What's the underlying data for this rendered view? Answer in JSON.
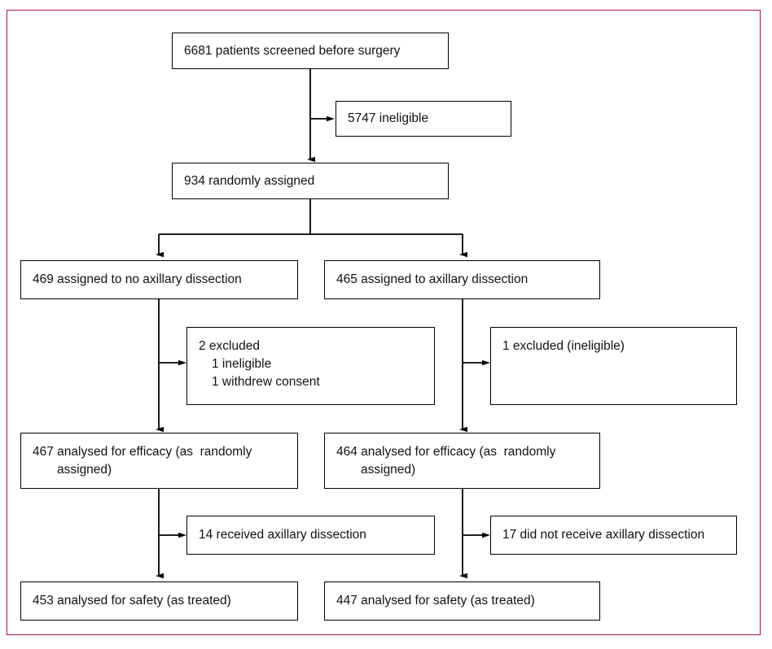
{
  "diagram": {
    "type": "consort-participant-flow",
    "frame_color": "#a8154a",
    "box_border_color": "#000000",
    "text_color": "#111111",
    "nodes": {
      "screened": {
        "text": "6681 patients screened before surgery"
      },
      "ineligible": {
        "text": "5747 ineligible"
      },
      "randomised": {
        "text": "934 randomly assigned"
      },
      "left_assigned": {
        "text": "469 assigned to no axillary dissection"
      },
      "right_assigned": {
        "text": "465 assigned to axillary dissection"
      },
      "left_excluded": {
        "line1": "2 excluded",
        "line2": "1 ineligible",
        "line3": "1 withdrew consent"
      },
      "right_excluded": {
        "text": "1 excluded (ineligible)"
      },
      "left_efficacy": {
        "line1": "467 analysed for efficacy (as  randomly",
        "line2": "assigned)"
      },
      "right_efficacy": {
        "line1": "464 analysed for efficacy (as  randomly",
        "line2": "assigned)"
      },
      "left_crossover": {
        "text": "14 received axillary dissection"
      },
      "right_crossover": {
        "text": "17 did not receive axillary dissection"
      },
      "left_safety": {
        "text": "453 analysed for safety (as treated)"
      },
      "right_safety": {
        "text": "447 analysed for safety (as treated)"
      }
    }
  }
}
